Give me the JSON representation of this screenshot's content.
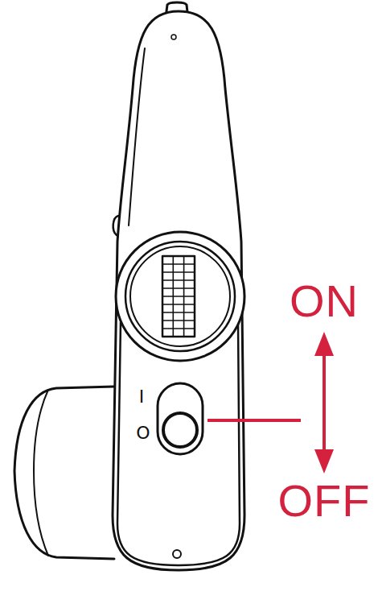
{
  "diagram": {
    "labels": [
      "ON",
      "OFF",
      "I",
      "O"
    ]
  }
}
